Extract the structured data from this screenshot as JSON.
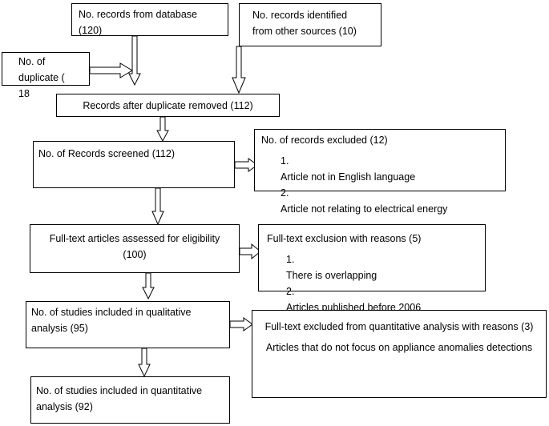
{
  "boxes": {
    "database": "No. records from database (120)",
    "other_sources": "No. records identified from other sources (10)",
    "duplicate": "No. of duplicate  ( 18",
    "after_duplicates": "Records after duplicate   removed (112)",
    "screened": "No. of Records screened (112)",
    "excluded": {
      "title": "No. of records excluded (12)",
      "items": [
        "Article not in English language",
        "Article not relating to electrical energy"
      ]
    },
    "eligibility": "Full-text articles assessed for eligibility (100)",
    "fulltext_exclusion": {
      "title": "Full-text exclusion with reasons (5)",
      "items": [
        "There is overlapping",
        "Articles published before 2006"
      ]
    },
    "qualitative": "No. of studies included in qualitative analysis (95)",
    "quant_excluded": {
      "title": "Full-text excluded from quantitative analysis with reasons (3)",
      "reason": "Articles that do not focus on appliance anomalies detections"
    },
    "quantitative": "No. of studies included in quantitative analysis (92)"
  },
  "list_numbers": [
    "1.",
    "2."
  ]
}
